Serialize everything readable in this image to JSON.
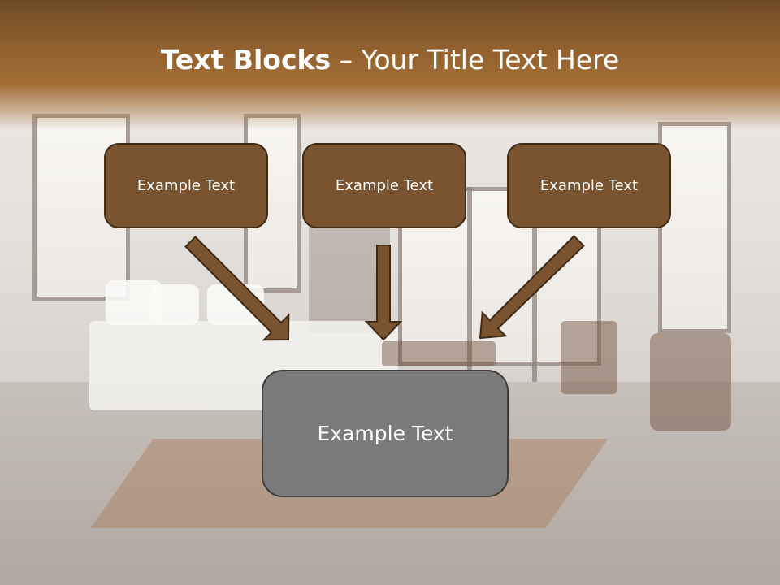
{
  "slide": {
    "title_bold": "Text Blocks",
    "title_dash": " – ",
    "title_rest": "Your Title Text Here"
  },
  "boxes": {
    "left": "Example Text",
    "center": "Example Text",
    "right": "Example Text",
    "bottom": "Example Text"
  },
  "colors": {
    "header": "#8f5f2d",
    "box_fill": "#7a5430",
    "box_border": "#3f2a16",
    "main_fill": "#7a7a7a",
    "arrow_fill": "#7a5430"
  }
}
